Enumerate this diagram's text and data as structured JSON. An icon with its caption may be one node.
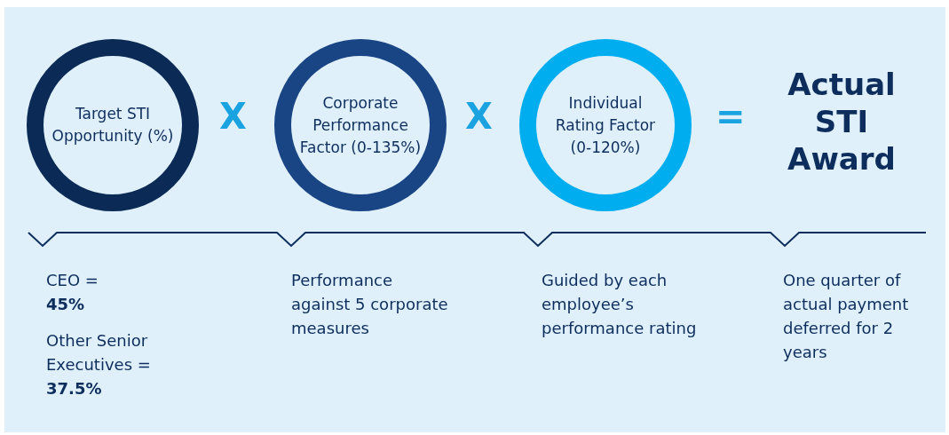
{
  "diagram": {
    "nodes": [
      {
        "text": [
          "Target STI Opportunity (%)"
        ]
      },
      {
        "text": [
          "Corporate Performance Factor (0-135%)"
        ]
      },
      {
        "text": [
          "Individual Rating Factor (0-120%)"
        ]
      }
    ],
    "labels": [
      "X",
      "X",
      "=",
      "Actual STI Award",
      "CEO = **45%**",
      "Other Senior Executives = **37.5%**",
      "Performance against 5 corporate measures",
      "Guided by each employee’s performance rating",
      "One quarter of actual payment deferred for 2 years"
    ]
  }
}
